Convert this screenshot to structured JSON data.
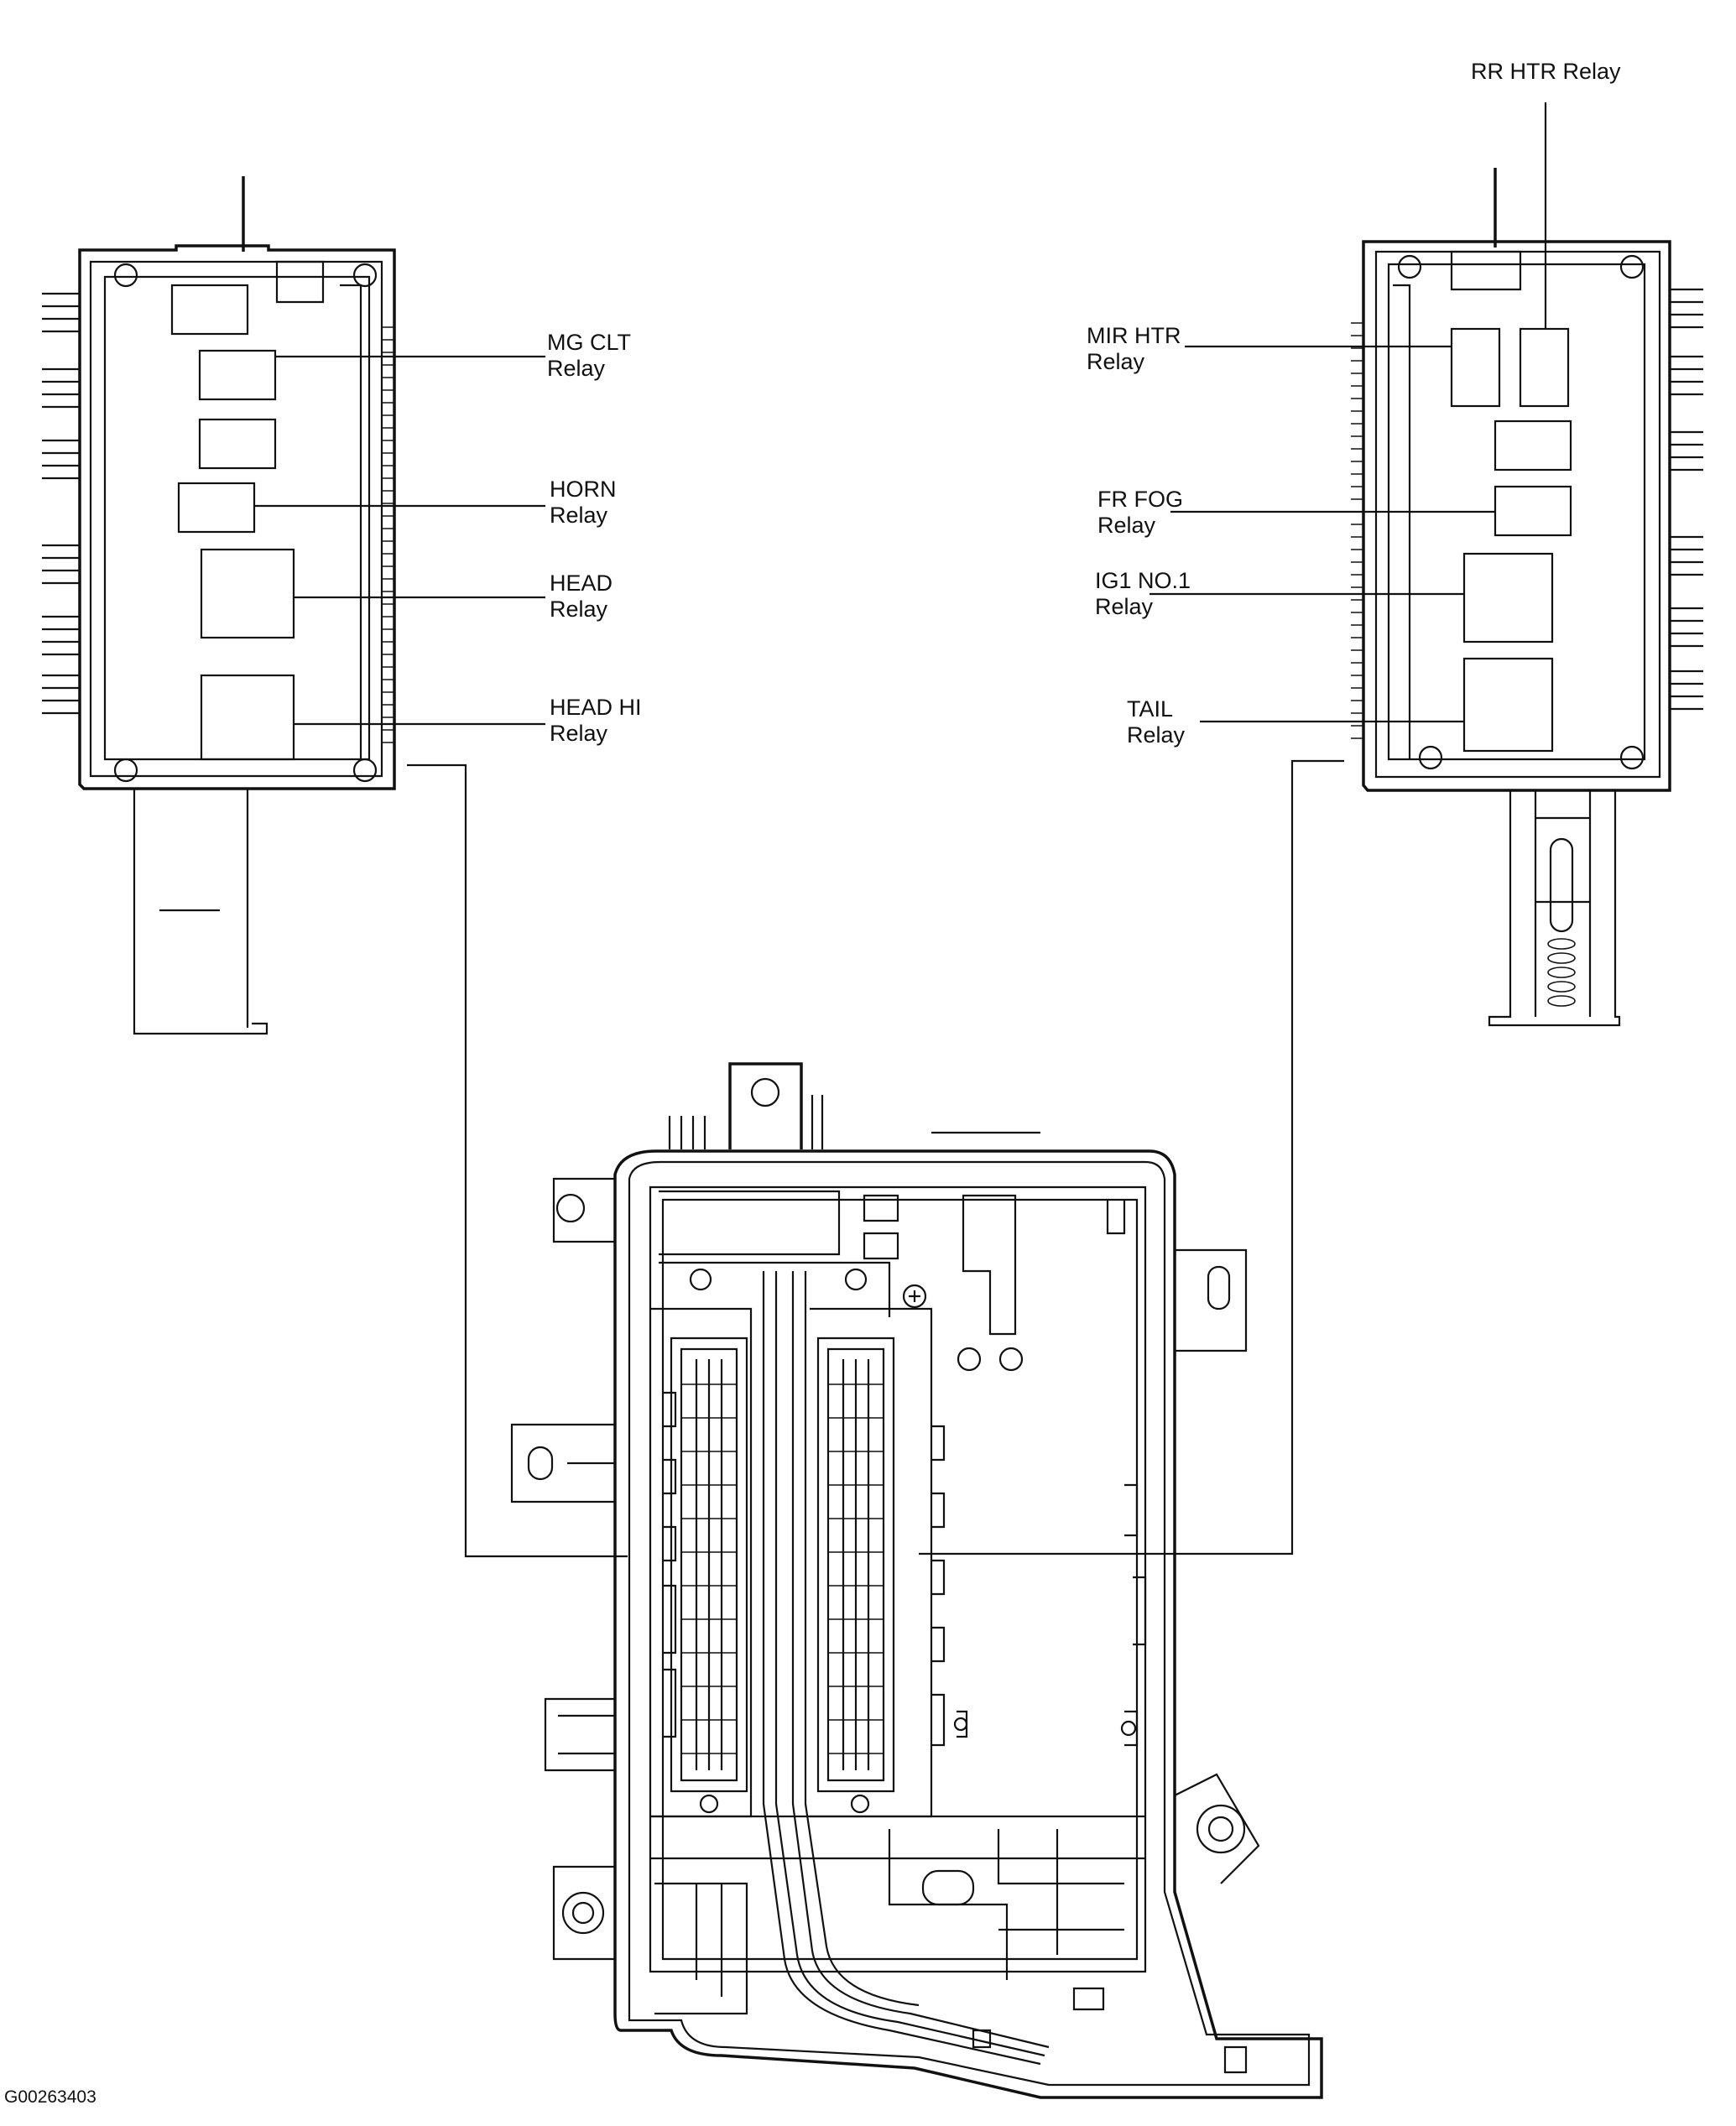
{
  "diagram": {
    "left_block": {
      "relays": [
        {
          "line1": "MG CLT",
          "line2": "Relay"
        },
        {
          "line1": "HORN",
          "line2": "Relay"
        },
        {
          "line1": "HEAD",
          "line2": "Relay"
        },
        {
          "line1": "HEAD HI",
          "line2": "Relay"
        }
      ]
    },
    "right_block": {
      "relays": [
        {
          "line1": "RR HTR Relay",
          "line2": ""
        },
        {
          "line1": "MIR HTR",
          "line2": "Relay"
        },
        {
          "line1": "FR FOG",
          "line2": "Relay"
        },
        {
          "line1": "IG1 NO.1",
          "line2": "Relay"
        },
        {
          "line1": "TAIL",
          "line2": "Relay"
        }
      ]
    },
    "figure_id": "G00263403"
  }
}
